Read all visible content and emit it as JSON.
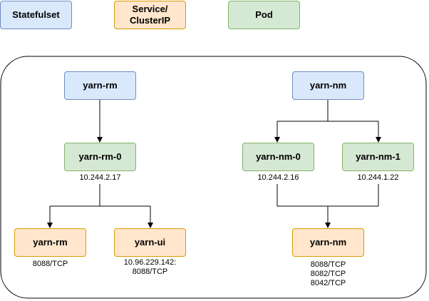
{
  "legend": {
    "statefulset": "Statefulset",
    "service": "Service/\nClusterIP",
    "pod": "Pod"
  },
  "rm": {
    "statefulset": "yarn-rm",
    "pod": "yarn-rm-0",
    "pod_ip": "10.244.2.17",
    "service_rm": "yarn-rm",
    "service_rm_ports": "8088/TCP",
    "service_ui": "yarn-ui",
    "service_ui_ports": "10.96.229.142:\n8088/TCP"
  },
  "nm": {
    "statefulset": "yarn-nm",
    "pod0": "yarn-nm-0",
    "pod0_ip": "10.244.2.16",
    "pod1": "yarn-nm-1",
    "pod1_ip": "10.244.1.22",
    "service": "yarn-nm",
    "service_ports": "8088/TCP\n8082/TCP\n8042/TCP"
  },
  "colors": {
    "statefulset_fill": "#dae8fc",
    "statefulset_stroke": "#6c8ebf",
    "service_fill": "#ffe6cc",
    "service_stroke": "#d79b00",
    "pod_fill": "#d5e8d4",
    "pod_stroke": "#82b366"
  }
}
